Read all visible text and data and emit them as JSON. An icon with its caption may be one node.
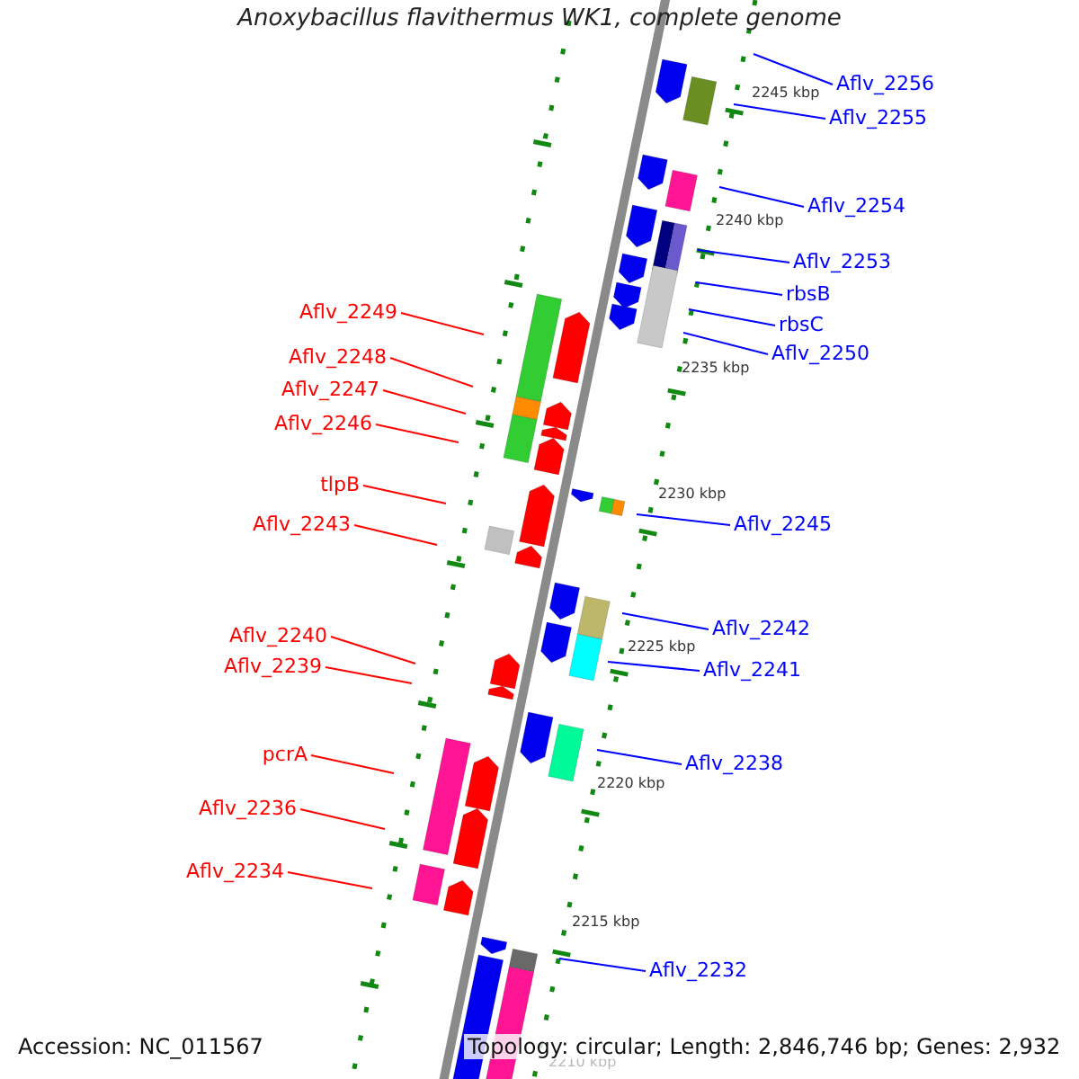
{
  "diagram": {
    "title": "Anoxybacillus flavithermus WK1, complete genome",
    "nodes": [
      {
        "text": [
          "Aflv_2256"
        ]
      },
      {
        "text": [
          "Aflv_2255"
        ]
      },
      {
        "text": [
          "Aflv_2254"
        ]
      },
      {
        "text": [
          "Aflv_2253"
        ]
      },
      {
        "text": [
          "rbsB"
        ]
      },
      {
        "text": [
          "Aflv_2249"
        ]
      },
      {
        "text": [
          "rbsC"
        ]
      },
      {
        "text": [
          "Aflv_2250"
        ]
      },
      {
        "text": [
          "Aflv_2248"
        ]
      },
      {
        "text": [
          "Aflv_2247"
        ]
      },
      {
        "text": [
          "Aflv_2246"
        ]
      },
      {
        "text": [
          "tlpB"
        ]
      },
      {
        "text": [
          "Aflv_2245"
        ]
      },
      {
        "text": [
          "Aflv_2243"
        ]
      },
      {
        "text": [
          "Aflv_2242"
        ]
      },
      {
        "text": [
          "Aflv_2240"
        ]
      },
      {
        "text": [
          "Aflv_2239"
        ]
      },
      {
        "text": [
          "Aflv_2241"
        ]
      },
      {
        "text": [
          "pcrA"
        ]
      },
      {
        "text": [
          "Aflv_2238"
        ]
      },
      {
        "text": [
          "Aflv_2236"
        ]
      },
      {
        "text": [
          "Aflv_2234"
        ]
      },
      {
        "text": [
          "Aflv_2232"
        ]
      }
    ],
    "edges": [
      {
        "from": 0,
        "to": null,
        "arrow": "none"
      },
      {
        "from": 1,
        "to": null,
        "arrow": "none"
      },
      {
        "from": 2,
        "to": null,
        "arrow": "none"
      },
      {
        "from": 3,
        "to": null,
        "arrow": "none"
      },
      {
        "from": 4,
        "to": null,
        "arrow": "none"
      },
      {
        "from": 5,
        "to": null,
        "arrow": "none",
        "color": "#ff0000"
      },
      {
        "from": 6,
        "to": null,
        "arrow": "none"
      },
      {
        "from": 7,
        "to": null,
        "arrow": "none"
      },
      {
        "from": 8,
        "to": null,
        "arrow": "none",
        "color": "#ff0000"
      },
      {
        "from": 9,
        "to": null,
        "arrow": "none",
        "color": "#ff0000"
      },
      {
        "from": 10,
        "to": null,
        "arrow": "none",
        "color": "#ff0000"
      },
      {
        "from": 11,
        "to": null,
        "arrow": "none",
        "color": "#ff0000"
      },
      {
        "from": 12,
        "to": null,
        "arrow": "none"
      },
      {
        "from": 13,
        "to": null,
        "arrow": "none",
        "color": "#ff0000"
      },
      {
        "from": 14,
        "to": null,
        "arrow": "none"
      },
      {
        "from": 15,
        "to": null,
        "arrow": "none",
        "color": "#ff0000"
      },
      {
        "from": 16,
        "to": null,
        "arrow": "none",
        "color": "#ff0000"
      },
      {
        "from": 17,
        "to": null,
        "arrow": "none"
      },
      {
        "from": 18,
        "to": null,
        "arrow": "none",
        "color": "#ff0000"
      },
      {
        "from": 19,
        "to": null,
        "arrow": "none"
      },
      {
        "from": 20,
        "to": null,
        "arrow": "none",
        "color": "#ff0000"
      },
      {
        "from": 21,
        "to": null,
        "arrow": "none",
        "color": "#ff0000"
      },
      {
        "from": 22,
        "to": null,
        "arrow": "none"
      }
    ],
    "labels": [
      "2245 kbp",
      "2240 kbp",
      "2235 kbp",
      "2230 kbp",
      "2225 kbp",
      "2220 kbp",
      "2215 kbp",
      "2210 kbp",
      "Accession: NC_011567",
      "Topology: circular; Length: 2,846,746 bp; Genes: 2,932"
    ]
  }
}
